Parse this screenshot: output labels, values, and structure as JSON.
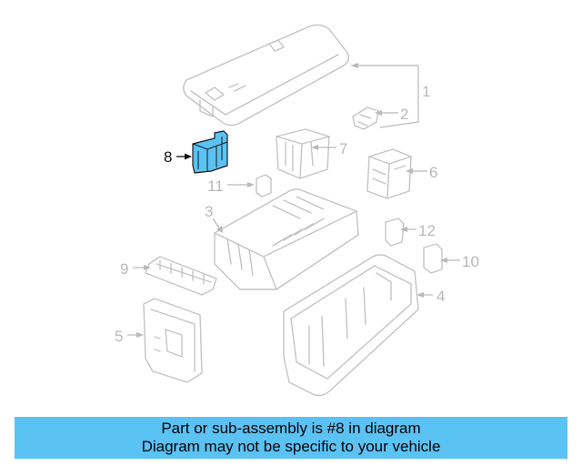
{
  "callouts": [
    "1",
    "2",
    "3",
    "4",
    "5",
    "6",
    "7",
    "8",
    "9",
    "10",
    "11",
    "12"
  ],
  "highlighted_part": "8",
  "banner": {
    "line1": "Part or sub-assembly is #8 in diagram",
    "line2": "Diagram may not be specific to your vehicle"
  },
  "colors": {
    "highlight": "#5bc2f4",
    "banner_background": "#5bc2f4",
    "line_art": "#c4c4c4",
    "callout_text": "#b9b9b9",
    "active_callout_text": "#111111"
  }
}
